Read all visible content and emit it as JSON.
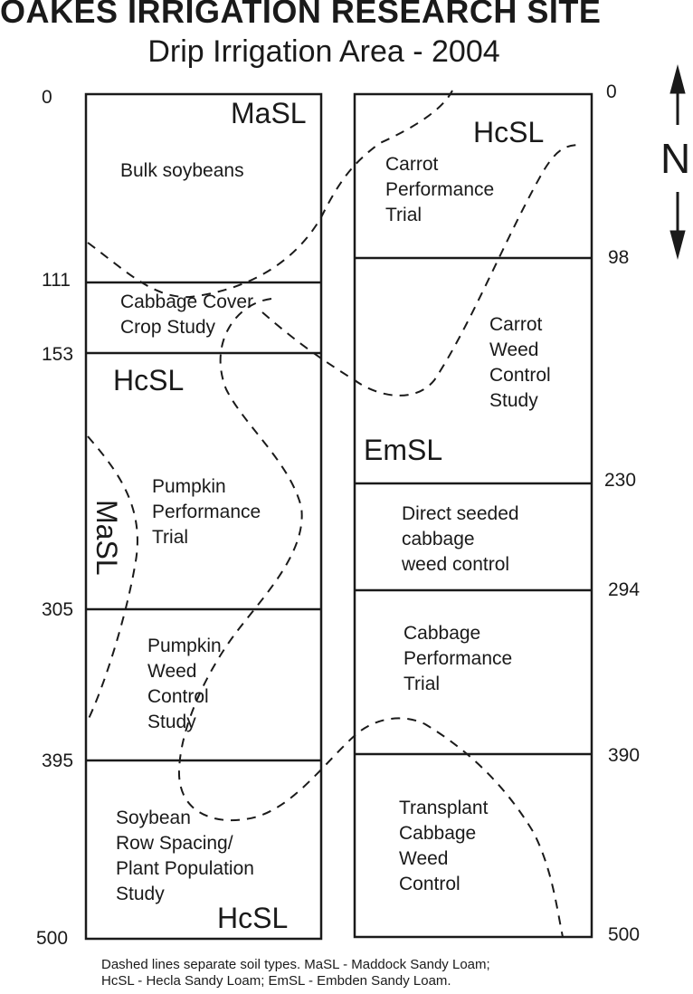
{
  "title": "OAKES IRRIGATION RESEARCH SITE",
  "subtitle": "Drip Irrigation Area - 2004",
  "north_label": "N",
  "left_column": {
    "ticks": [
      "0",
      "111",
      "153",
      "305",
      "395",
      "500"
    ],
    "plots": [
      {
        "name": "bulk-soybeans",
        "lines": [
          "Bulk soybeans"
        ]
      },
      {
        "name": "cabbage-cover-crop",
        "lines": [
          "Cabbage Cover",
          "Crop Study"
        ]
      },
      {
        "name": "pumpkin-performance",
        "lines": [
          "Pumpkin",
          "Performance",
          "Trial"
        ]
      },
      {
        "name": "pumpkin-weed-control",
        "lines": [
          "Pumpkin",
          "Weed",
          "Control",
          "Study"
        ]
      },
      {
        "name": "soybean-row-spacing",
        "lines": [
          "Soybean",
          "Row Spacing/",
          "Plant Population",
          "Study"
        ]
      }
    ],
    "soil_labels": [
      "MaSL",
      "HcSL",
      "MaSL",
      "HcSL"
    ]
  },
  "right_column": {
    "ticks": [
      "0",
      "98",
      "230",
      "294",
      "390",
      "500"
    ],
    "plots": [
      {
        "name": "carrot-performance",
        "lines": [
          "Carrot",
          "Performance",
          "Trial"
        ]
      },
      {
        "name": "carrot-weed-control",
        "lines": [
          "Carrot",
          "Weed",
          "Control",
          "Study"
        ]
      },
      {
        "name": "direct-seeded-cabbage",
        "lines": [
          "Direct seeded",
          "cabbage",
          "weed control"
        ]
      },
      {
        "name": "cabbage-performance",
        "lines": [
          "Cabbage",
          "Performance",
          "Trial"
        ]
      },
      {
        "name": "transplant-cabbage",
        "lines": [
          "Transplant",
          "Cabbage",
          "Weed",
          "Control"
        ]
      }
    ],
    "soil_labels": [
      "HcSL",
      "EmSL"
    ]
  },
  "footnote": "Dashed lines separate soil types.  MaSL - Maddock Sandy Loam;\nHcSL - Hecla Sandy Loam; EmSL - Embden Sandy Loam."
}
